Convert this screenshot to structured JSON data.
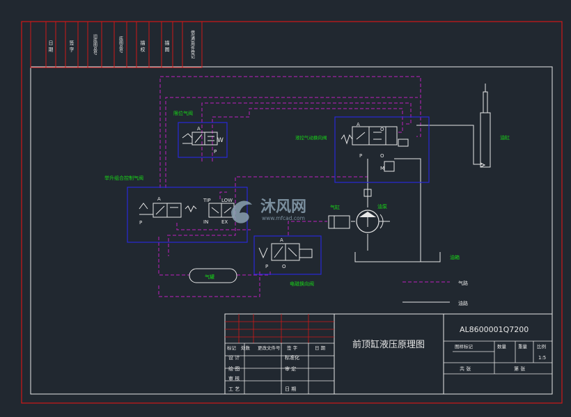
{
  "colors": {
    "background": "#212830",
    "frame_red": "#d01818",
    "frame_white": "#e8e8e8",
    "air_line": "#c020c0",
    "oil_line": "#e8e8e8",
    "component_box": "#2828d8",
    "label_green": "#18d818",
    "watermark": "#8aa0b0"
  },
  "side_table": {
    "columns": [
      "日 期",
      "签 字",
      "旧底图总号",
      "底图总号",
      "描 校",
      "描 图",
      "借(通)用件登记"
    ]
  },
  "labels": {
    "limit_valve": "限位气阀",
    "pneumatic_control_valve": "液控气动换向阀",
    "lift_combo_valve": "举升组合控制气阀",
    "oil_cylinder": "油缸",
    "air_cylinder": "气缸",
    "oil_pump": "油泵",
    "oil_tank": "油箱",
    "solenoid_valve": "电磁换向阀",
    "air_receiver": "气罐"
  },
  "ports": {
    "a": "A",
    "p": "P",
    "o": "O",
    "w": "W",
    "tip": "TIP",
    "in": "IN",
    "low": "LOW",
    "ex": "EX"
  },
  "legend": {
    "air_path": "气路",
    "oil_path": "油路"
  },
  "watermark": {
    "brand": "沐风网",
    "url": "www.mfcad.com"
  },
  "title_block": {
    "drawing_number": "AL8600001Q7200",
    "drawing_title": "前顶缸液压原理图",
    "revision_headers": [
      "标记",
      "处数",
      "更改文件号",
      "签 字",
      "日 期"
    ],
    "design": "设 计",
    "standardize": "标准化",
    "draw": "绘 图",
    "review": "审 定",
    "check": "审 核",
    "process": "工 艺",
    "date": "日 期",
    "stage_mark": "图样标记",
    "quantity": "数量",
    "weight": "重量",
    "scale_label": "比例",
    "scale_value": "1:5",
    "total_sheets": "共 张",
    "sheet_no": "第 张"
  }
}
